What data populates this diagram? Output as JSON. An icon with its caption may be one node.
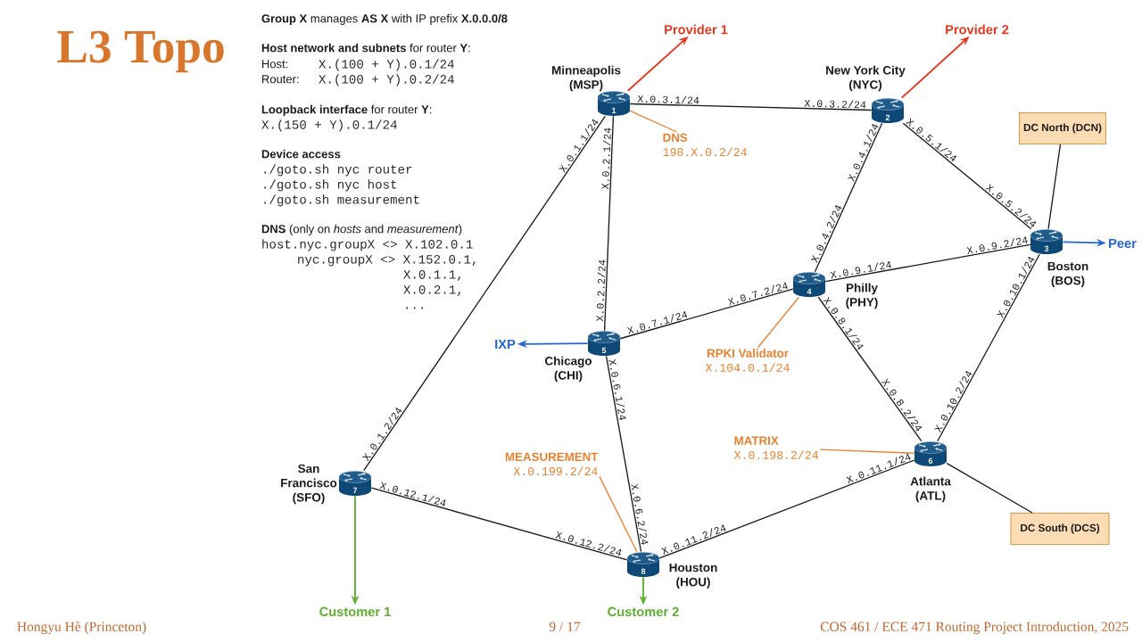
{
  "diagram": {
    "title": "L3 Topo",
    "nodes": [
      {
        "text": [
          "Provider 1"
        ]
      },
      {
        "text": [
          "Provider 2"
        ]
      },
      {
        "text": [
          "1"
        ],
        "beside": [
          "Minneapolis (MSP)"
        ]
      },
      {
        "text": [
          "2"
        ],
        "beside": [
          "New York City (NYC)"
        ]
      },
      {
        "text": [
          "DNS",
          "198.X.0.2/24"
        ]
      },
      {
        "text": [
          "DC North (DCN)"
        ]
      },
      {
        "text": [
          "3"
        ],
        "beside": [
          "Boston (BOS)"
        ]
      },
      {
        "text": [
          "Peer"
        ]
      },
      {
        "text": [
          "4"
        ],
        "beside": [
          "Philly (PHY)"
        ]
      },
      {
        "text": [
          "IXP"
        ]
      },
      {
        "text": [
          "5"
        ],
        "beside": [
          "Chicago (CHI)"
        ]
      },
      {
        "text": [
          "RPKI Validator",
          "X.104.0.1/24"
        ]
      },
      {
        "text": [
          "MEASUREMENT",
          "X.0.199.2/24"
        ]
      },
      {
        "text": [
          "MATRIX",
          "X.0.198.2/24"
        ]
      },
      {
        "text": [
          "6"
        ],
        "beside": [
          "Atlanta (ATL)"
        ]
      },
      {
        "text": [
          "7"
        ],
        "beside": [
          "San Francisco (SFO)"
        ]
      },
      {
        "text": [
          "8"
        ],
        "beside": [
          "Houston (HOU)"
        ]
      },
      {
        "text": [
          "DC South (DCS)"
        ]
      },
      {
        "text": [
          "Customer 1"
        ]
      },
      {
        "text": [
          "Customer 2"
        ]
      }
    ],
    "edges": [
      {
        "from": 2,
        "to": 3,
        "arrow": "none"
      },
      {
        "from": 2,
        "to": 15,
        "arrow": "none"
      },
      {
        "from": 2,
        "to": 10,
        "arrow": "none"
      },
      {
        "from": 3,
        "to": 6,
        "arrow": "none"
      },
      {
        "from": 3,
        "to": 8,
        "arrow": "none"
      },
      {
        "from": 8,
        "to": 6,
        "arrow": "none"
      },
      {
        "from": 10,
        "to": 8,
        "arrow": "none"
      },
      {
        "from": 8,
        "to": 14,
        "arrow": "none"
      },
      {
        "from": 6,
        "to": 14,
        "arrow": "none"
      },
      {
        "from": 10,
        "to": 16,
        "arrow": "none"
      },
      {
        "from": 15,
        "to": 16,
        "arrow": "none"
      },
      {
        "from": 16,
        "to": 14,
        "arrow": "none"
      },
      {
        "from": 5,
        "to": 6,
        "arrow": "none"
      },
      {
        "from": 14,
        "to": 17,
        "arrow": "none"
      },
      {
        "from": 2,
        "to": 0,
        "arrow": "to",
        "color": "#e2391f"
      },
      {
        "from": 3,
        "to": 1,
        "arrow": "to",
        "color": "#e2391f"
      },
      {
        "from": 6,
        "to": 7,
        "arrow": "to",
        "color": "#2266d6"
      },
      {
        "from": 10,
        "to": 9,
        "arrow": "to",
        "color": "#2266d6"
      },
      {
        "from": 15,
        "to": 18,
        "arrow": "to",
        "color": "#5cae2e"
      },
      {
        "from": 16,
        "to": 19,
        "arrow": "to",
        "color": "#5cae2e"
      },
      {
        "from": 4,
        "to": 2,
        "arrow": "none",
        "color": "#e8812f"
      },
      {
        "from": 11,
        "to": 8,
        "arrow": "none",
        "color": "#e8812f"
      },
      {
        "from": 12,
        "to": 16,
        "arrow": "none",
        "color": "#e8812f"
      },
      {
        "from": 13,
        "to": 14,
        "arrow": "none",
        "color": "#e8812f"
      }
    ],
    "labels": [
      "**Group X** manages **AS X** with IP prefix **X.0.0.0/8**",
      "**Host network and subnets** for router **Y**:",
      "Host:",
      "X.(100 + Y).0.1/24",
      "Router:",
      "X.(100 + Y).0.2/24",
      "**Loopback interface** for router **Y**:",
      "X.(150 + Y).0.1/24",
      "Device access",
      "./goto.sh nyc router",
      "./goto.sh nyc host",
      "./goto.sh measurement",
      "**DNS** (only on *hosts* and *measurement*)",
      "host.nyc.groupX <> X.102.0.1",
      "nyc.groupX <> X.152.0.1,",
      "X.0.1.1,",
      "X.0.2.1,",
      "...",
      "X.0.3.1/24",
      "X.0.3.2/24",
      "X.0.1.1/24",
      "X.0.1.2/24",
      "X.0.2.1/24",
      "X.0.2.2/24",
      "X.0.5.1/24",
      "X.0.5.2/24",
      "X.0.4.1/24",
      "X.0.4.2/24",
      "X.0.9.1/24",
      "X.0.9.2/24",
      "X.0.7.1/24",
      "X.0.7.2/24",
      "X.0.8.1/24",
      "X.0.8.2/24",
      "X.0.10.1/24",
      "X.0.10.2/24",
      "X.0.6.1/24",
      "X.0.6.2/24",
      "X.0.12.1/24",
      "X.0.12.2/24",
      "X.0.11.2/24",
      "X.0.11.1/24",
      "Hongyu Hè (Princeton)",
      "9 / 17",
      "COS 461 / ECE 471 Routing Project Introduction, 2025"
    ]
  }
}
